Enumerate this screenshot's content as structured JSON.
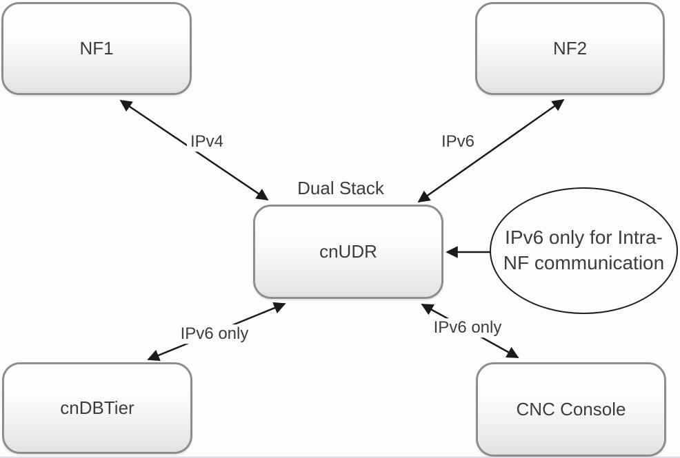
{
  "nodes": {
    "nf1": {
      "label": "NF1"
    },
    "nf2": {
      "label": "NF2"
    },
    "cnudr": {
      "label": "cnUDR"
    },
    "cndbtier": {
      "label": "cnDBTier"
    },
    "cnc": {
      "label": "CNC Console"
    }
  },
  "edge_labels": {
    "nf1_cnudr": "IPv4",
    "nf2_cnudr": "IPv6",
    "cnudr_caption": "Dual Stack",
    "cndbtier_cnudr": "IPv6 only",
    "cnc_cnudr": "IPv6 only"
  },
  "annotation": {
    "lines": [
      "IPv6 only for Intra-",
      "NF communication"
    ]
  },
  "colors": {
    "box_border": "#8d8d8d",
    "box_fill_top": "#ffffff",
    "box_fill_bottom": "#e2e2e2",
    "arrow": "#1a1a1a",
    "text": "#3c3c3c",
    "background": "#fdfdfd"
  }
}
